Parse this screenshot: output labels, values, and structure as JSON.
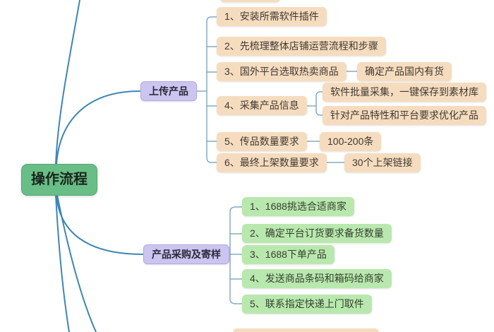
{
  "diagram": {
    "type": "mindmap",
    "root": {
      "label": "操作流程"
    },
    "branches": [
      {
        "label": "上传产品",
        "items": [
          {
            "label": "1、安装所需软件插件",
            "children": []
          },
          {
            "label": "2、先梳理整体店铺运营流程和步骤",
            "children": []
          },
          {
            "label": "3、国外平台选取热卖商品",
            "children": [
              "确定产品国内有货"
            ]
          },
          {
            "label": "4、采集产品信息",
            "children": [
              "软件批量采集，一键保存到素材库",
              "针对产品特性和平台要求优化产品"
            ]
          },
          {
            "label": "5、传品数量要求",
            "children": [
              "100-200条"
            ]
          },
          {
            "label": "6、最终上架数量要求",
            "children": [
              "30个上架链接"
            ]
          }
        ]
      },
      {
        "label": "产品采购及寄样",
        "items": [
          {
            "label": "1、1688挑选合适商家",
            "children": []
          },
          {
            "label": "2、确定平台订货要求备货数量",
            "children": []
          },
          {
            "label": "3、1688下单产品",
            "children": []
          },
          {
            "label": "4、发送商品条码和箱码给商家",
            "children": []
          },
          {
            "label": "5、联系指定快递上门取件",
            "children": []
          }
        ]
      }
    ],
    "colors": {
      "root_fill": "#69BE87",
      "branch_fill": "#CBC5F0",
      "item_fill_tan": "#F6DCBF",
      "item_fill_green": "#B9E8AE",
      "main_curve": "#3E86B4",
      "bracket_line": "#86ACC2"
    }
  }
}
